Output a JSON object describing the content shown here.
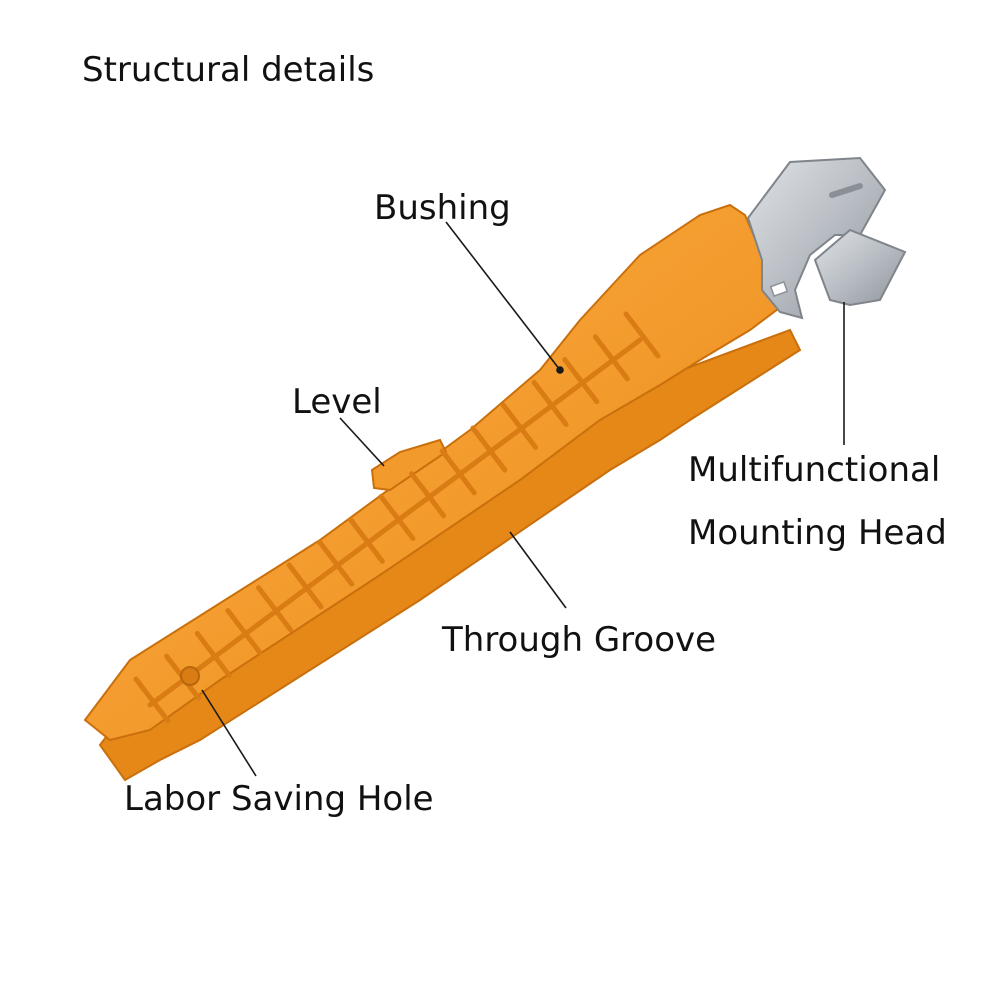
{
  "title": "Structural details",
  "labels": {
    "bushing": "Bushing",
    "level": "Level",
    "through_groove": "Through Groove",
    "labor_saving_hole": "Labor Saving Hole",
    "mounting_head_line1": "Multifunctional",
    "mounting_head_line2": "Mounting Head"
  },
  "colors": {
    "body": "#f39a2c",
    "body_dark": "#d97c14",
    "metal": "#b9bec4",
    "leader": "#1a1a1a"
  },
  "icons": {
    "tool": "faucet-wrench-tool"
  }
}
